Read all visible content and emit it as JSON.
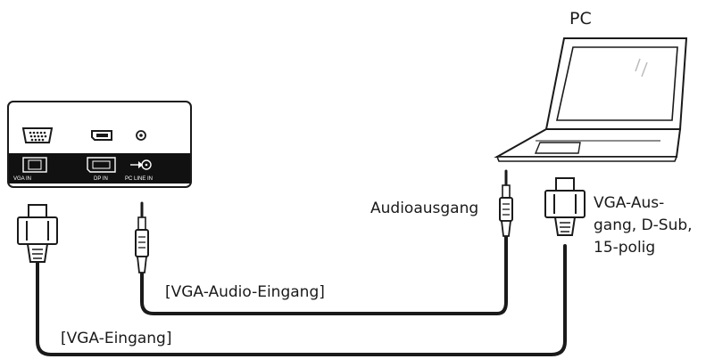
{
  "labels": {
    "pc": "PC",
    "audio_output": "Audioausgang",
    "vga_output_lines": [
      "VGA-Aus-",
      "gang, D-Sub,",
      "15-polig"
    ],
    "vga_audio_input": "[VGA-Audio-Eingang]",
    "vga_input": "[VGA-Eingang]"
  },
  "ports": {
    "vga_in": "VGA IN",
    "dp_in": "DP IN",
    "pc_line_in": "PC LINE IN"
  },
  "colors": {
    "line": "#1a1a1a",
    "panel_bg": "#ffffff",
    "panel_bar": "#111111",
    "connector_fill": "#ffffff"
  },
  "icons": [
    "monitor-io-panel",
    "laptop-icon",
    "vga-connector-icon",
    "audio-jack-icon"
  ]
}
